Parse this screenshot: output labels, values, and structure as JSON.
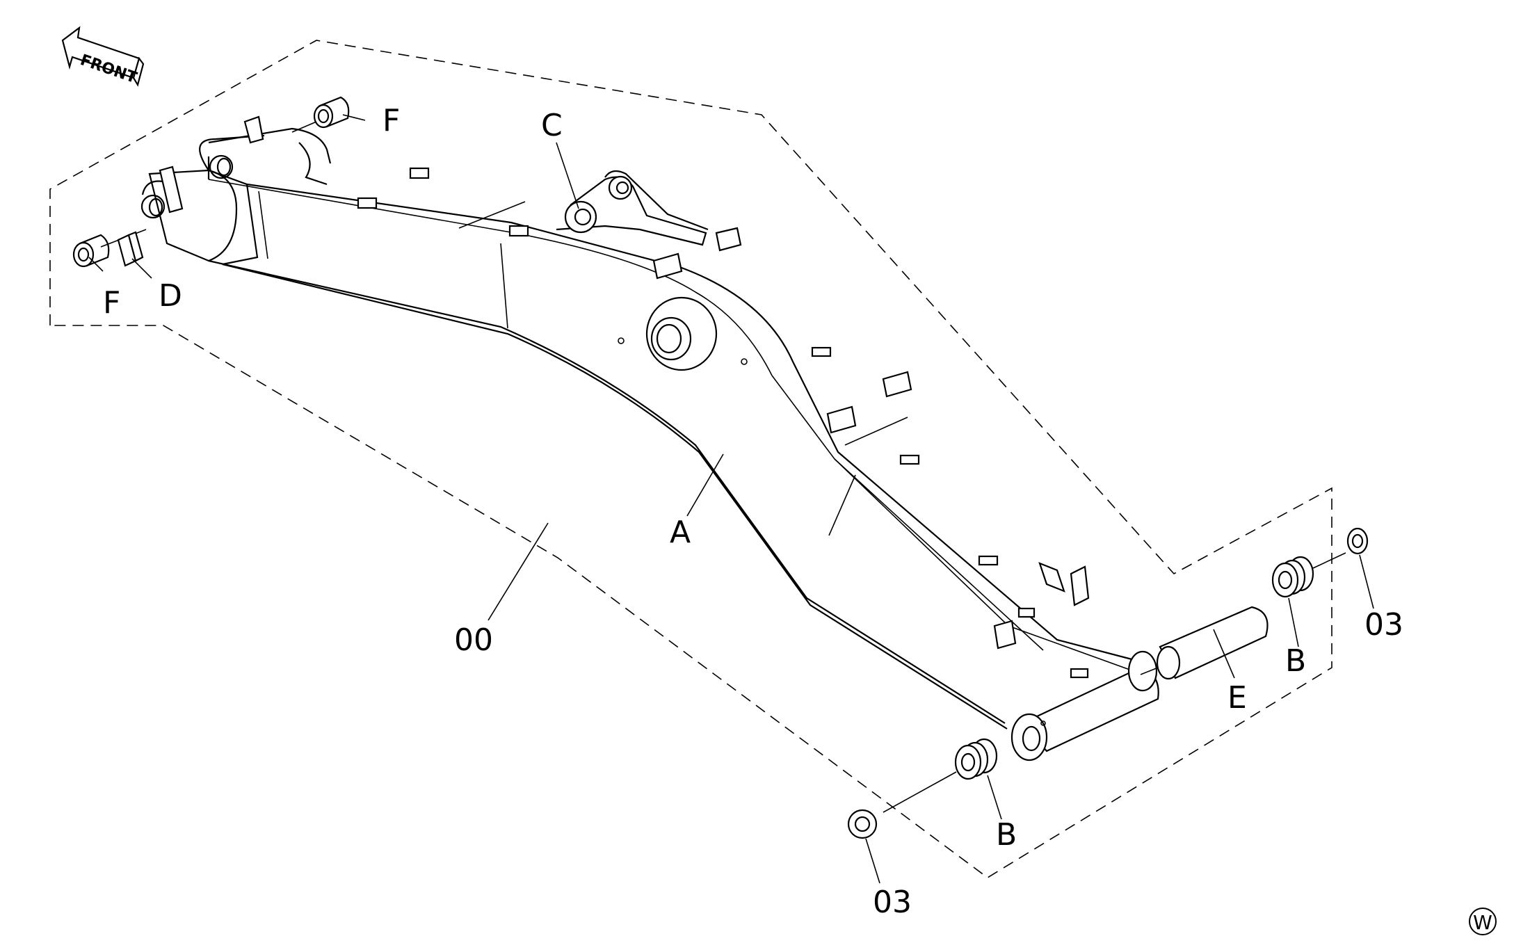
{
  "diagram": {
    "orientation_label": "FRONT",
    "corner_mark": "W",
    "callouts": {
      "A": "A",
      "B_upper": "B",
      "B_lower": "B",
      "C": "C",
      "D": "D",
      "E": "E",
      "F_upper": "F",
      "F_lower": "F",
      "assembly": "00",
      "washer_upper": "03",
      "washer_lower": "03"
    }
  }
}
